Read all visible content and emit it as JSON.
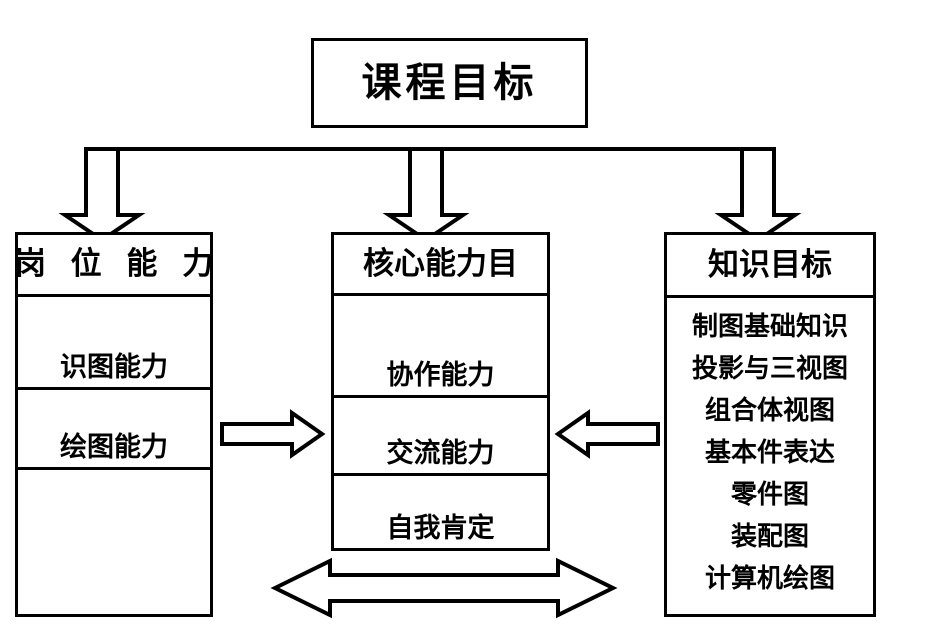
{
  "diagram": {
    "title_box": {
      "label": "课程目标"
    },
    "columns": [
      {
        "id": "job-ability",
        "header": "岗 位 能 力",
        "cells": [
          {
            "label": "识图能力"
          },
          {
            "label": "绘图能力"
          },
          {
            "label": ""
          }
        ]
      },
      {
        "id": "core-ability",
        "header": "核心能力目",
        "cells": [
          {
            "label": "协作能力"
          },
          {
            "label": "交流能力"
          },
          {
            "label": "自我肯定"
          }
        ]
      },
      {
        "id": "knowledge-goal",
        "header": "知识目标",
        "items": [
          "制图基础知识",
          "投影与三视图",
          "组合体视图",
          "基本件表达",
          "零件图",
          "装配图",
          "计算机绘图"
        ]
      }
    ],
    "connectors": {
      "down_arrows": 3,
      "left_to_middle": "right-arrow",
      "right_to_middle": "left-arrow",
      "bottom": "double-headed-arrow"
    },
    "colors": {
      "stroke": "#000000",
      "fill": "#ffffff"
    }
  }
}
